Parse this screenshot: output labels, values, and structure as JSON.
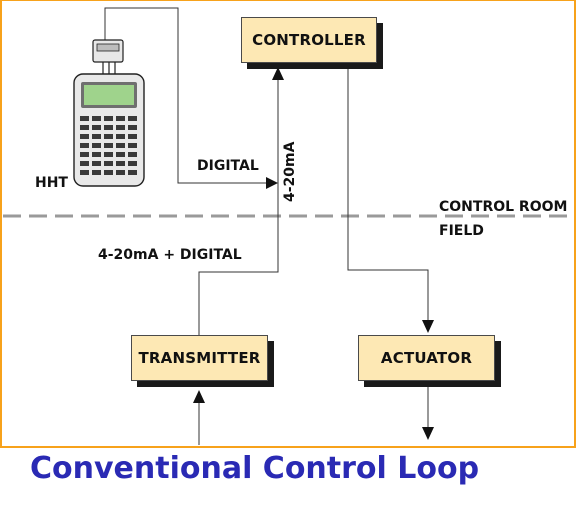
{
  "diagram": {
    "boxes": {
      "controller": "CONTROLLER",
      "transmitter": "TRANSMITTER",
      "actuator": "ACTUATOR"
    },
    "labels": {
      "digital": "DIGITAL",
      "current_vertical": "4-20mA",
      "current_digital": "4-20mA + DIGITAL",
      "hht": "HHT",
      "control_room": "CONTROL ROOM",
      "field": "FIELD"
    },
    "caption": "Conventional Control Loop"
  },
  "colors": {
    "frame_border": "#f7a21b",
    "box_fill": "#fde8b4",
    "box_shadow": "#1a1a1a",
    "caption": "#2a2ab4",
    "hht_screen": "#9fd38c"
  }
}
